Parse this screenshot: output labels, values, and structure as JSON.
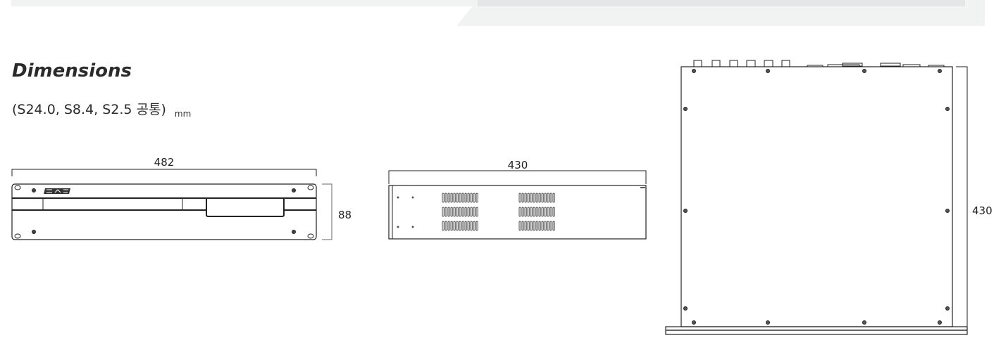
{
  "heading": {
    "title": "Dimensions",
    "models": "(S24.0, S8.4, S2.5 공통)",
    "unit": "mm"
  },
  "front_view": {
    "width_label": "482",
    "height_label": "88",
    "logo_text": "SAS"
  },
  "side_view": {
    "depth_label": "430"
  },
  "top_view": {
    "depth_label": "430"
  },
  "colors": {
    "banner": "#f1f2f2",
    "banner_dark": "#e5e6e8",
    "line": "#222222"
  }
}
